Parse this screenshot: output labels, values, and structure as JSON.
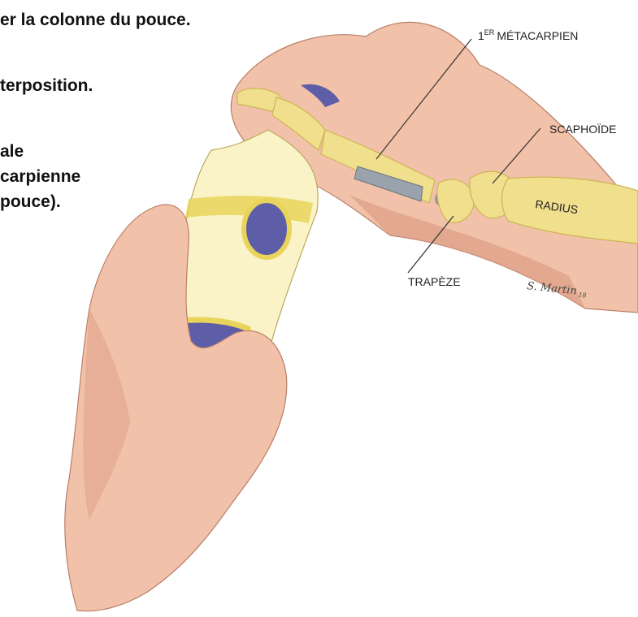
{
  "text_fragments": [
    "er la colonne du pouce.",
    "terposition.",
    "ale",
    "carpienne",
    "pouce)."
  ],
  "labels": {
    "first_metacarpal_number": "1",
    "first_metacarpal_sup": "ER",
    "first_metacarpal_word": "MÉTACARPIEN",
    "scaphoid": "SCAPHOÏDE",
    "radius": "RADIUS",
    "trapezium": "TRAPÈZE"
  },
  "signature": {
    "name": "S. Martin",
    "year": "18"
  },
  "colors": {
    "skin": "#f2c1a9",
    "skin_shadow": "#d99a80",
    "bone": "#f0df8c",
    "bone_shadow": "#cdb456",
    "bottle_glass": "#faf3c7",
    "bottle_band": "#e8d45a",
    "bottle_blue": "#5e5ea8",
    "implant": "#9aa3ad"
  }
}
